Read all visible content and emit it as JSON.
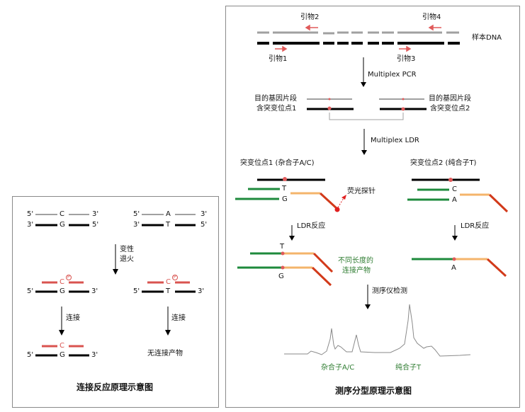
{
  "left_diagram": {
    "title": "连接反应原理示意图",
    "strand_labels": {
      "five_prime": "5'",
      "three_prime": "3'"
    },
    "template_left": {
      "top_base": "C",
      "bottom_base": "G"
    },
    "template_right": {
      "top_base": "A",
      "bottom_base": "T"
    },
    "step1_label_line1": "变性",
    "step1_label_line2": "退火",
    "probe_base_left": "C",
    "probe_base_right": "C",
    "phosphate_symbol": "P",
    "annealed_left_base": "G",
    "annealed_right_base": "T",
    "step2_label": "连接",
    "ligated_base_top": "C",
    "ligated_base_bottom": "G",
    "no_product_label": "无连接产物"
  },
  "right_diagram": {
    "title": "测序分型原理示意图",
    "primer_labels": [
      "引物1",
      "引物2",
      "引物3",
      "引物4"
    ],
    "sample_dna_label": "样本DNA",
    "step_multiplex_pcr": "Multiplex PCR",
    "fragment_label_line1": "目的基因片段",
    "site1_label": "含突变位点1",
    "site2_label": "含突变位点2",
    "step_multiplex_ldr": "Multiplex LDR",
    "site1_heading": "突变位点1 (杂合子A/C)",
    "site2_heading": "突变位点2 (纯合子T)",
    "site1_bases": [
      "T",
      "G"
    ],
    "site2_bases": [
      "C",
      "A"
    ],
    "fluorescent_probe_label": "荧光探针",
    "ldr_reaction_label": "LDR反应",
    "product_site1_bases": [
      "T",
      "G"
    ],
    "product_site2_base": "A",
    "products_label_line1": "不同长度的",
    "products_label_line2": "连接产物",
    "sequencer_label": "测序仪检测",
    "peak_label_het": "杂合子A/C",
    "peak_label_hom": "纯合子T"
  },
  "colors": {
    "red_probe": "#d9534f",
    "green_probe": "#1e8a3c",
    "orange_probe": "#f4b46b",
    "dark_red_tail": "#d23a1a",
    "gray_strand": "#a0a0a0",
    "label_green": "#2f7d32"
  }
}
